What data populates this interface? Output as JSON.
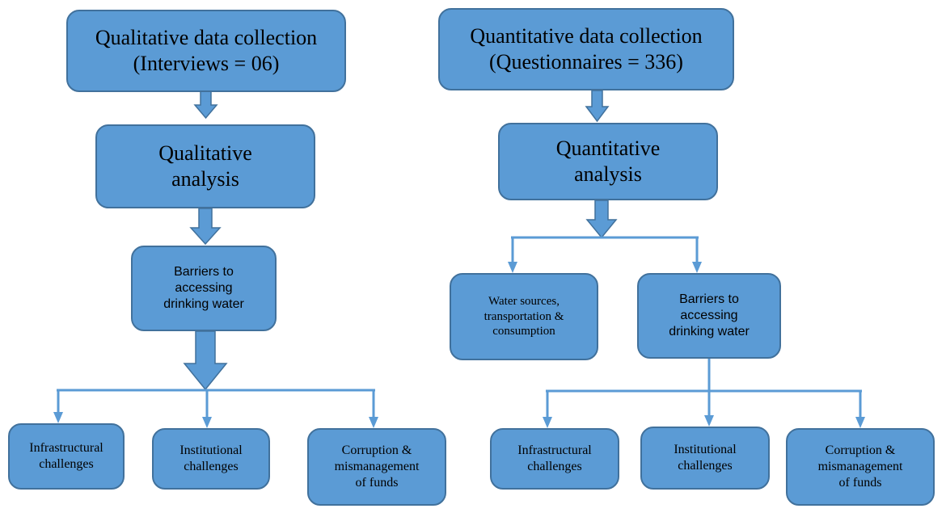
{
  "left": {
    "collection": "Qualitative data collection\n(Interviews = 06)",
    "analysis": "Qualitative\nanalysis",
    "barriers": "Barriers to\naccessing\ndrinking water",
    "infrastructural": "Infrastructural\nchallenges",
    "institutional": "Institutional\nchallenges",
    "corruption": "Corruption &\nmismanagement\nof funds"
  },
  "right": {
    "collection": "Quantitative data collection\n(Questionnaires = 336)",
    "analysis": "Quantitative\nanalysis",
    "water_sources": "Water sources,\ntransportation &\nconsumption",
    "barriers": "Barriers to\naccessing\ndrinking water",
    "infrastructural": "Infrastructural\nchallenges",
    "institutional": "Institutional\nchallenges",
    "corruption": "Corruption &\nmismanagement\nof funds"
  },
  "colors": {
    "box_fill": "#5b9bd5",
    "box_border": "#41719c",
    "connector": "#5b9bd5"
  }
}
